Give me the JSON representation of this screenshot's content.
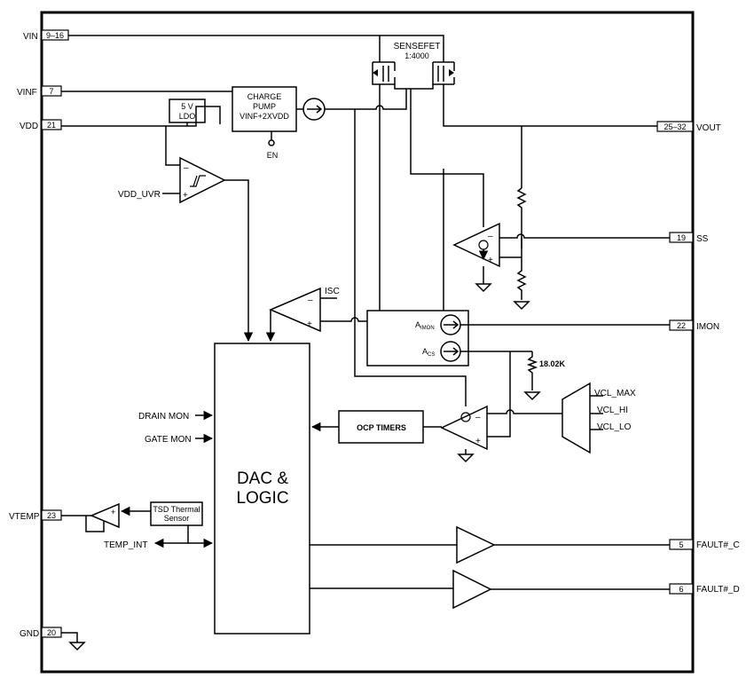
{
  "pins": {
    "vin": {
      "name": "VIN",
      "num": "9–16"
    },
    "vinf": {
      "name": "VINF",
      "num": "7"
    },
    "vdd": {
      "name": "VDD",
      "num": "21"
    },
    "vtemp": {
      "name": "VTEMP",
      "num": "23"
    },
    "gnd": {
      "name": "GND",
      "num": "20"
    },
    "vout": {
      "name": "VOUT",
      "num": "25–32"
    },
    "ss": {
      "name": "SS",
      "num": "19"
    },
    "imon": {
      "name": "IMON",
      "num": "22"
    },
    "fault_c": {
      "name": "FAULT#_C",
      "num": "5"
    },
    "fault_d": {
      "name": "FAULT#_D",
      "num": "6"
    }
  },
  "blocks": {
    "sensefet": {
      "line1": "SENSEFET",
      "line2": "1:4000"
    },
    "ldo": {
      "line1": "5 V",
      "line2": "LDO"
    },
    "charge_pump": {
      "line1": "CHARGE",
      "line2": "PUMP",
      "line3": "VINF+2XVDD"
    },
    "en": "EN",
    "vdd_uvr": "VDD_UVR",
    "isc": "ISC",
    "a_imon": {
      "main": "A",
      "sub": "IMON"
    },
    "a_cs": {
      "main": "A",
      "sub": "CS"
    },
    "resistor": "18.02K",
    "vcl_max": "VCL_MAX",
    "vcl_hi": "VCL_HI",
    "vcl_lo": "VCL_LO",
    "ocp_timers": "OCP TIMERS",
    "drain_mon": "DRAIN MON",
    "gate_mon": "GATE MON",
    "dac_logic": {
      "line1": "DAC &",
      "line2": "LOGIC"
    },
    "tsd": {
      "line1": "TSD Thermal",
      "line2": "Sensor"
    },
    "temp_int": "TEMP_INT"
  }
}
